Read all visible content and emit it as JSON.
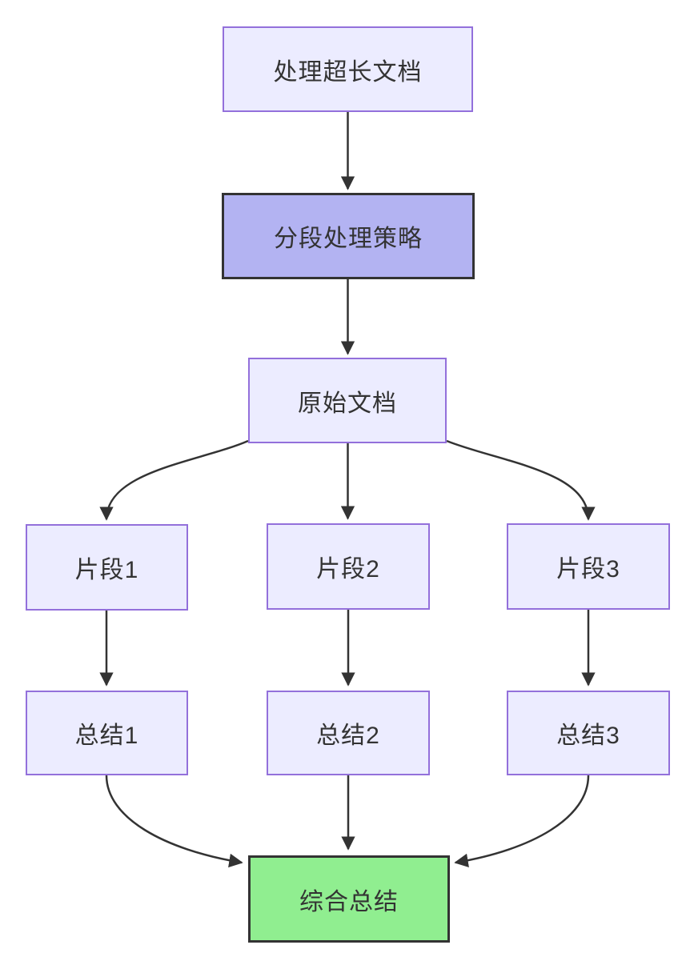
{
  "diagram": {
    "type": "flowchart-top-down",
    "background": "#ffffff",
    "colors": {
      "node_fill": "#ECECFF",
      "node_border": "#9370DB",
      "strategy_node_fill": "#b3b3f2",
      "strategy_node_border": "#333333",
      "final_node_fill": "#90EE90",
      "final_node_border": "#333333",
      "edge_stroke": "#333333",
      "text": "#333333"
    },
    "nodes": [
      {
        "id": "A",
        "label": "处理超长文档"
      },
      {
        "id": "B",
        "label": "分段处理策略"
      },
      {
        "id": "C",
        "label": "原始文档"
      },
      {
        "id": "D1",
        "label": "片段1"
      },
      {
        "id": "D2",
        "label": "片段2"
      },
      {
        "id": "D3",
        "label": "片段3"
      },
      {
        "id": "E1",
        "label": "总结1"
      },
      {
        "id": "E2",
        "label": "总结2"
      },
      {
        "id": "E3",
        "label": "总结3"
      },
      {
        "id": "F",
        "label": "综合总结"
      }
    ],
    "edges": [
      {
        "from": "处理超长文档",
        "to": "分段处理策略"
      },
      {
        "from": "分段处理策略",
        "to": "原始文档"
      },
      {
        "from": "原始文档",
        "to": "片段1"
      },
      {
        "from": "原始文档",
        "to": "片段2"
      },
      {
        "from": "原始文档",
        "to": "片段3"
      },
      {
        "from": "片段1",
        "to": "总结1"
      },
      {
        "from": "片段2",
        "to": "总结2"
      },
      {
        "from": "片段3",
        "to": "总结3"
      },
      {
        "from": "总结1",
        "to": "综合总结"
      },
      {
        "from": "总结2",
        "to": "综合总结"
      },
      {
        "from": "总结3",
        "to": "综合总结"
      }
    ]
  }
}
